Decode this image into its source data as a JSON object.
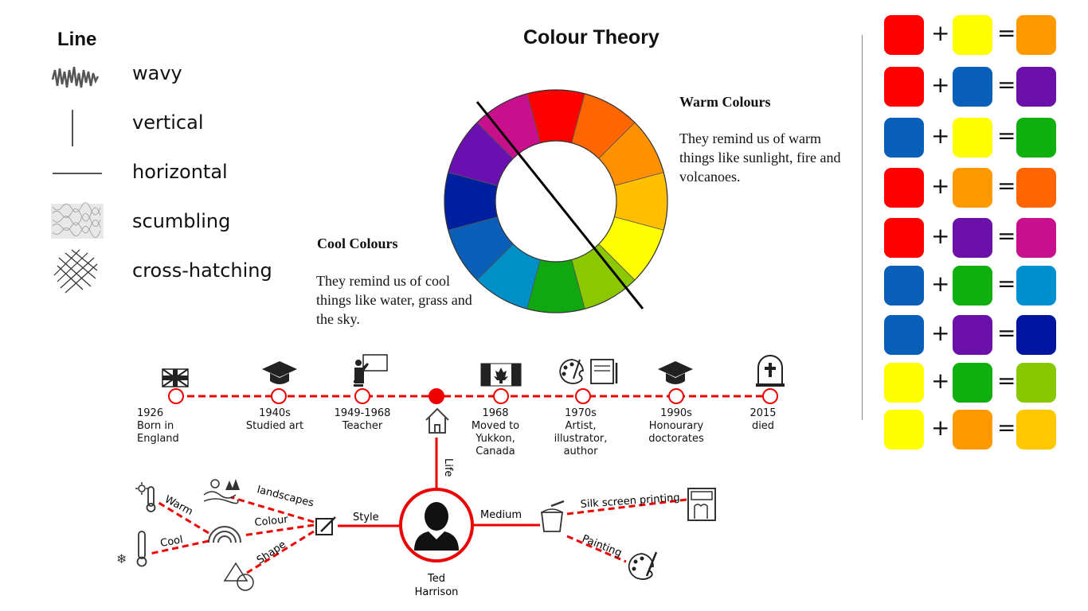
{
  "line_section": {
    "title": "Line",
    "items": [
      "wavy",
      "vertical",
      "horizontal",
      "scumbling",
      "cross-hatching"
    ]
  },
  "colour_theory": {
    "title": "Colour Theory",
    "warm": {
      "heading": "Warm Colours",
      "text": "They remind us of warm things like sunlight, fire and volcanoes."
    },
    "cool": {
      "heading": "Cool Colours",
      "text": "They remind us of cool things like water, grass and the sky."
    },
    "wheel_colors": [
      "#ff0000",
      "#ff6600",
      "#ff9000",
      "#ffbf00",
      "#ffff00",
      "#8cc800",
      "#10a810",
      "#0090c8",
      "#0a5fb8",
      "#0020a0",
      "#6a10b0",
      "#c8108c"
    ]
  },
  "mixing": {
    "plus": "+",
    "equals": "=",
    "rows": [
      [
        "#ff0000",
        "#ffff00",
        "#ff9900"
      ],
      [
        "#ff0000",
        "#0a5fb8",
        "#6a0fa8"
      ],
      [
        "#0a5fb8",
        "#ffff00",
        "#10b010"
      ],
      [
        "#ff0000",
        "#ff9900",
        "#ff6600"
      ],
      [
        "#ff0000",
        "#6a0fa8",
        "#c8108c"
      ],
      [
        "#0a5fb8",
        "#10b010",
        "#0090d0"
      ],
      [
        "#0a5fb8",
        "#6a0fa8",
        "#0014a0"
      ],
      [
        "#ffff00",
        "#10b010",
        "#88c800"
      ],
      [
        "#ffff00",
        "#ff9900",
        "#ffc800"
      ]
    ]
  },
  "timeline": [
    {
      "lines": [
        "1926",
        "Born in",
        "England"
      ],
      "icon": "uk-flag-icon"
    },
    {
      "lines": [
        "1940s",
        "Studied art"
      ],
      "icon": "graduation-cap-icon"
    },
    {
      "lines": [
        "1949-1968",
        "Teacher"
      ],
      "icon": "teacher-icon"
    },
    {
      "lines": [],
      "icon": ""
    },
    {
      "lines": [
        "1968",
        "Moved to",
        "Yukkon,",
        "Canada"
      ],
      "icon": "canada-flag-icon"
    },
    {
      "lines": [
        "1970s",
        "Artist,",
        "illustrator,",
        "author"
      ],
      "icon": "palette-book-icon"
    },
    {
      "lines": [
        "1990s",
        "Honourary",
        "doctorates"
      ],
      "icon": "graduation-cap-icon"
    },
    {
      "lines": [
        "2015",
        "died"
      ],
      "icon": "gravestone-icon"
    }
  ],
  "mindmap": {
    "center": "Ted Harrison",
    "life": "Life",
    "style": "Style",
    "medium": "Medium",
    "colour": "Colour",
    "shape": "Shape",
    "landscapes": "landscapes",
    "warm": "Warm",
    "cool": "Cool",
    "silk": "Silk screen printing",
    "painting": "Painting",
    "center_name_lines": [
      "Ted",
      "Harrison"
    ]
  }
}
